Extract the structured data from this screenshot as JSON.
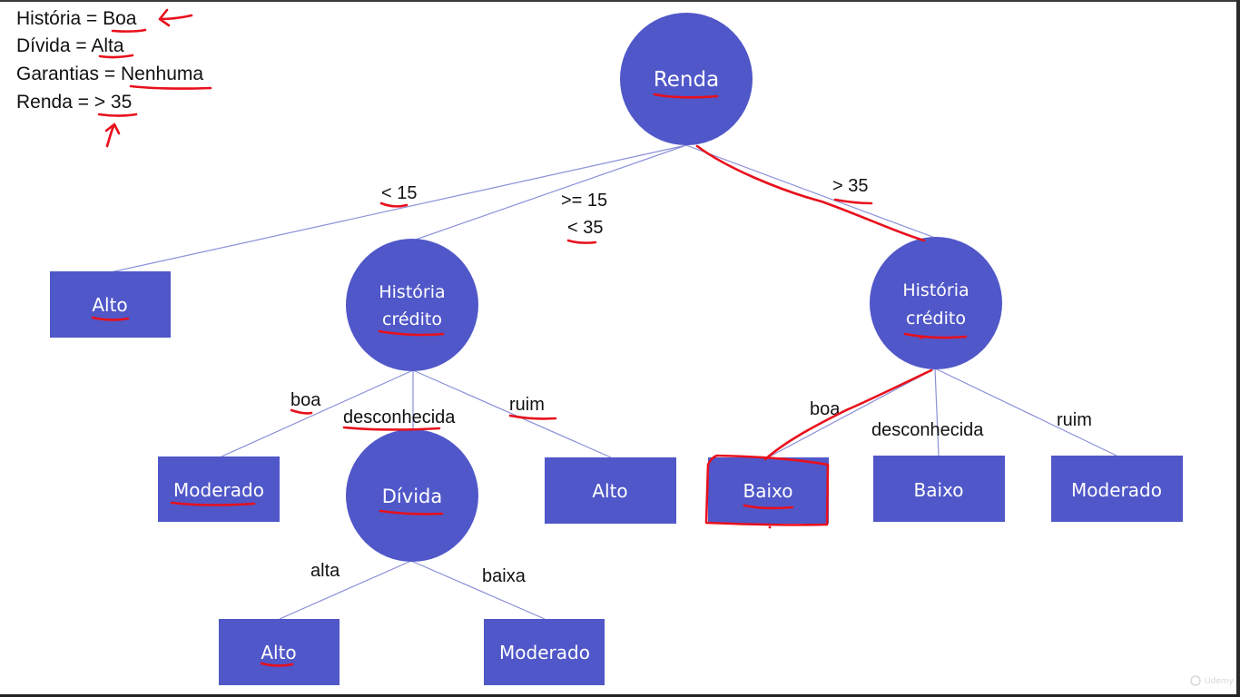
{
  "conditions": [
    {
      "attr": "História =",
      "value": "Boa"
    },
    {
      "attr": "Dívida =",
      "value": "Alta"
    },
    {
      "attr": "Garantias =",
      "value": "Nenhuma"
    },
    {
      "attr": "Renda =",
      "value": "> 35"
    }
  ],
  "nodes": {
    "root": "Renda",
    "hist_left_line1": "História",
    "hist_left_line2": "crédito",
    "hist_right_line1": "História",
    "hist_right_line2": "crédito",
    "divida": "Dívida"
  },
  "leaves": {
    "alto_left": "Alto",
    "moderado_left": "Moderado",
    "alto_ruim": "Alto",
    "alto_divida": "Alto",
    "moderado_divida": "Moderado",
    "baixo_boa": "Baixo",
    "baixo_desc": "Baixo",
    "moderado_right": "Moderado"
  },
  "edges": {
    "lt15": "< 15",
    "ge15": ">= 15",
    "lt35": "< 35",
    "gt35": "> 35",
    "boa_left": "boa",
    "desc_left": "desconhecida",
    "ruim_left": "ruim",
    "alta": "alta",
    "baixa": "baixa",
    "boa_right": "boa",
    "desc_right": "desconhecida",
    "ruim_right": "ruim"
  },
  "watermark": "Udemy",
  "colors": {
    "node_fill": "#5057c8",
    "edge_line": "#8a90d8",
    "annotation": "#e8101c"
  }
}
